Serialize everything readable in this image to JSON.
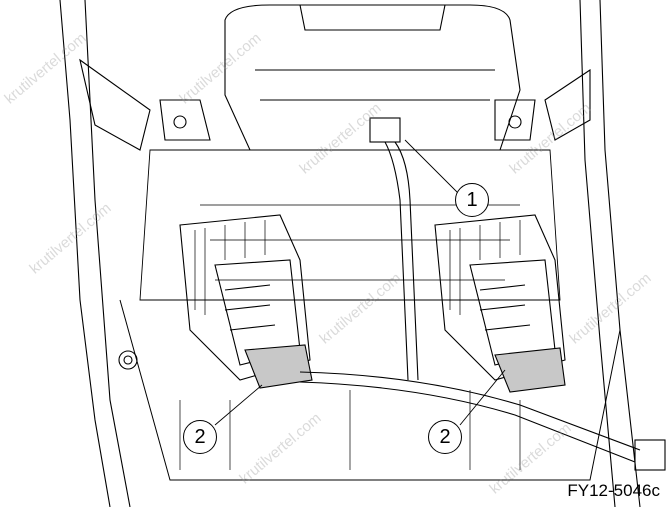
{
  "callouts": [
    {
      "label": "1",
      "part": "module-connector"
    },
    {
      "label": "2",
      "part": "left-clip"
    },
    {
      "label": "2",
      "part": "right-clip"
    }
  ],
  "figure_id": "FY12-5046c",
  "watermark": "krutilvertel.com",
  "colors": {
    "line": "#000000",
    "clip_fill": "#c8c8c8",
    "watermark": "#969696"
  }
}
